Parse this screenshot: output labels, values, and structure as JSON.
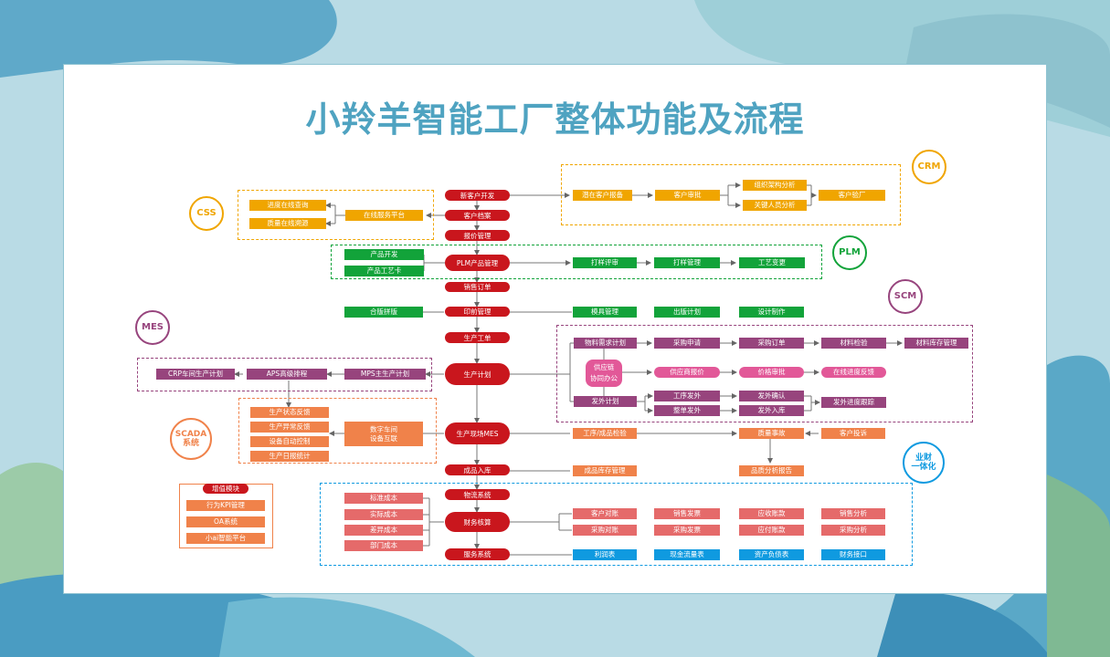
{
  "title": "小羚羊智能工厂整体功能及流程",
  "colors": {
    "spine": "#c9161d",
    "orange_gold": "#f0a500",
    "green": "#12a33a",
    "purple": "#97447d",
    "pink": "#e25898",
    "orange": "#f0824a",
    "salmon": "#e56a6a",
    "blue": "#0f9ae0",
    "title": "#4fa3c1"
  },
  "bubbles": {
    "css": "CSS",
    "crm": "CRM",
    "plm": "PLM",
    "scm": "SCM",
    "mes": "MES",
    "scada_1": "SCADA",
    "scada_2": "系统",
    "yecai_1": "业财",
    "yecai_2": "一体化"
  },
  "spine": {
    "new_customer": "新客户开发",
    "customer_archive": "客户档案",
    "quote": "报价管理",
    "plm_product": "PLM产品管理",
    "sales_order": "销售订单",
    "prepress": "印前管理",
    "work_order": "生产工单",
    "plan": "生产计划",
    "mes": "生产现场MES",
    "fg_in": "成品入库",
    "logistics": "物流系统",
    "finance": "财务核算",
    "service": "服务系统"
  },
  "css": {
    "progress_query": "进度在线查询",
    "quality_trace": "质量在线溯源",
    "online_platform": "在线服务平台"
  },
  "crm": {
    "potential": "潜在客户报备",
    "customer_approval": "客户审批",
    "org_analysis": "组织架构分析",
    "key_person": "关键人员分析",
    "customer_visit": "客户验厂"
  },
  "plm": {
    "product_dev": "产品开发",
    "process_card": "产品工艺卡",
    "proof_review": "打样评审",
    "proof_mgmt": "打样管理",
    "process_change": "工艺变更"
  },
  "prepress": {
    "imposition": "合版拼版",
    "die_mgmt": "模具管理",
    "plate_plan": "出版计划",
    "design": "设计制作"
  },
  "scm": {
    "material_plan": "物料需求计划",
    "purchase_request": "采购申请",
    "purchase_order": "采购订单",
    "material_check": "材料检验",
    "material_stock": "材料库存管理",
    "supplychain_1": "供应链",
    "supplychain_2": "协同办公",
    "supplier_quote": "供应商报价",
    "price_approval": "价格审批",
    "online_progress": "在线进度反馈",
    "outsource_plan": "发外计划",
    "process_outsource": "工序发外",
    "whole_outsource": "整单发外",
    "outsource_confirm": "发外确认",
    "outsource_in": "发外入库",
    "outsource_track": "发外进度跟踪"
  },
  "mes": {
    "crp": "CRP车间生产计划",
    "aps": "APS高级排程",
    "mps": "MPS主生产计划"
  },
  "scada": {
    "status_feedback": "生产状态反馈",
    "abnormal_feedback": "生产异常反馈",
    "auto_control": "设备自动控制",
    "daily_report": "生产日报统计",
    "digital_1": "数字车间",
    "digital_2": "设备互联"
  },
  "shopfloor": {
    "process_inspect": "工序/成品检验",
    "quality_accident": "质量事故",
    "customer_complaint": "客户投诉",
    "fg_stock": "成品库存管理",
    "quality_report": "品质分析报告"
  },
  "finance": {
    "std_cost": "标准成本",
    "actual_cost": "实际成本",
    "variance_cost": "差异成本",
    "dept_cost": "部门成本",
    "customer_reconcile": "客户对账",
    "sales_invoice": "销售发票",
    "receivable": "应收账款",
    "sales_analysis": "销售分析",
    "purchase_reconcile": "采购对账",
    "purchase_invoice": "采购发票",
    "payable": "应付账款",
    "purchase_analysis": "采购分析",
    "profit_sheet": "利润表",
    "cashflow": "现金流量表",
    "balance_sheet": "资产负债表",
    "finance_interface": "财务接口"
  },
  "value_added": {
    "title": "增值模块",
    "kpi": "行为KPI管理",
    "oa": "OA系统",
    "ai": "小ai智能平台"
  }
}
